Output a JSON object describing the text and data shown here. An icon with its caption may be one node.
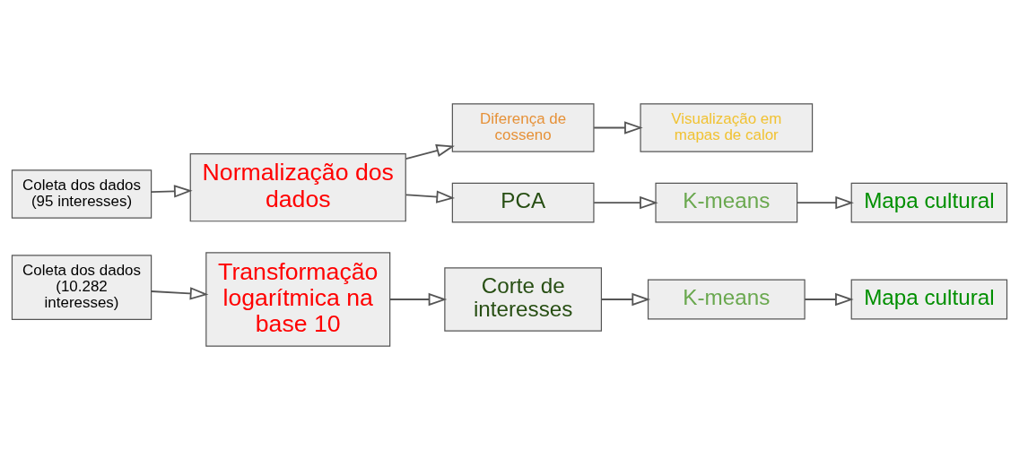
{
  "diagram": {
    "nodes": [
      {
        "text": [
          "Coleta dos dados (95 interesses)"
        ]
      },
      {
        "text": [
          "Normalização dos dados"
        ]
      },
      {
        "text": [
          "Diferença de cosseno"
        ]
      },
      {
        "text": [
          "Visualização em mapas de calor"
        ]
      },
      {
        "text": [
          "PCA"
        ]
      },
      {
        "text": [
          "K-means"
        ]
      },
      {
        "text": [
          "Mapa cultural"
        ]
      },
      {
        "text": [
          "Coleta dos dados (10.282 interesses)"
        ]
      },
      {
        "text": [
          "Transformação logarítmica na base 10"
        ]
      },
      {
        "text": [
          "Corte de interesses"
        ]
      },
      {
        "text": [
          "K-means"
        ]
      },
      {
        "text": [
          "Mapa cultural"
        ]
      }
    ],
    "edges": [
      {
        "from": 0,
        "to": 1,
        "arrow": "to"
      },
      {
        "from": 1,
        "to": 2,
        "arrow": "to"
      },
      {
        "from": 2,
        "to": 3,
        "arrow": "to"
      },
      {
        "from": 1,
        "to": 4,
        "arrow": "to"
      },
      {
        "from": 4,
        "to": 5,
        "arrow": "to"
      },
      {
        "from": 5,
        "to": 6,
        "arrow": "to"
      },
      {
        "from": 7,
        "to": 8,
        "arrow": "to"
      },
      {
        "from": 8,
        "to": 9,
        "arrow": "to"
      },
      {
        "from": 9,
        "to": 10,
        "arrow": "to"
      },
      {
        "from": 10,
        "to": 11,
        "arrow": "to"
      }
    ]
  }
}
